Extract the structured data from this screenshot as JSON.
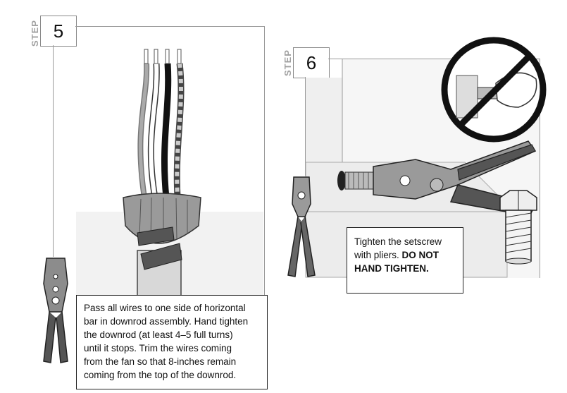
{
  "step5": {
    "step_word": "STEP",
    "number": "5",
    "caption_lines": [
      "Pass all wires to one side of horizontal",
      "bar in downrod assembly. Hand tighten",
      "the downrod (at least 4–5 full turns)",
      "until it stops. Trim the wires coming",
      "from the fan so that 8-inches remain",
      "coming from the top of the downrod."
    ]
  },
  "step6": {
    "step_word": "STEP",
    "number": "6",
    "caption_line1": "Tighten the setscrew",
    "caption_line2_plain": "with pliers. ",
    "caption_line2_bold": "DO NOT",
    "caption_line3_bold": "HAND TIGHTEN."
  },
  "icons": [
    "crimping-pliers-icon",
    "slip-joint-pliers-icon",
    "prohibited-hand-tighten-icon",
    "bolt-icon",
    "wire-nut-icon"
  ]
}
